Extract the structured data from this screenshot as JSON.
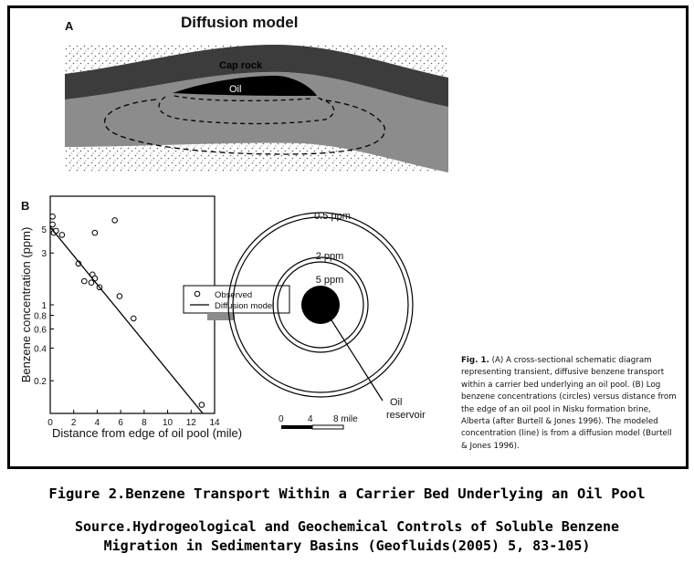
{
  "panel_a": {
    "letter": "A",
    "title": "Diffusion model",
    "cap_rock_label": "Cap rock",
    "oil_label": "Oil"
  },
  "panel_b": {
    "letter": "B",
    "legend": {
      "observed": "Observed",
      "model": "Diffusion model"
    },
    "rings": {
      "outer_label": "0.5 ppm",
      "middle_label": "2 ppm",
      "inner_label": "5 ppm",
      "reservoir_label_1": "Oil",
      "reservoir_label_2": "reservoir"
    },
    "scale_bar": {
      "ticks": [
        "0",
        "4",
        "8 mile"
      ]
    }
  },
  "fig_note": {
    "lead": "Fig. 1.",
    "text": "(A) A cross-sectional schematic diagram representing transient, diffusive benzene transport within a carrier bed underlying an oil pool. (B) Log benzene concentrations (circles) versus distance from the edge of an oil pool in Nisku formation brine, Alberta (after Burtell & Jones 1996). The modeled concentration (line) is from a diffusion model (Burtell & Jones 1996)."
  },
  "caption": "Figure 2.Benzene Transport Within a Carrier Bed Underlying an Oil Pool",
  "source_line_1": "Source.Hydrogeological and Geochemical Controls of Soluble Benzene",
  "source_line_2": "Migration in Sedimentary Basins (Geofluids(2005) 5, 83-105)",
  "chart_data": {
    "type": "scatter",
    "xlabel": "Distance from edge of oil pool (mile)",
    "ylabel": "Benzene concentration (ppm)",
    "y_scale": "log",
    "xlim": [
      0,
      14
    ],
    "ylim": [
      0.1,
      10
    ],
    "x_ticks": [
      "0",
      "2",
      "4",
      "6",
      "8",
      "10",
      "12",
      "14"
    ],
    "y_ticks": [
      {
        "value": 0.2,
        "label": "0.2"
      },
      {
        "value": 0.4,
        "label": "0.4"
      },
      {
        "value": 0.6,
        "label": "0.6"
      },
      {
        "value": 0.8,
        "label": "0.8"
      },
      {
        "value": 1,
        "label": "1"
      },
      {
        "value": 3,
        "label": "3"
      },
      {
        "value": 5,
        "label": "5"
      }
    ],
    "series": [
      {
        "name": "Observed",
        "kind": "scatter",
        "points": [
          [
            0.2,
            6.5
          ],
          [
            0.2,
            5.5
          ],
          [
            0.3,
            4.6
          ],
          [
            0.5,
            4.8
          ],
          [
            1.0,
            4.4
          ],
          [
            2.4,
            2.4
          ],
          [
            2.9,
            1.65
          ],
          [
            3.5,
            1.6
          ],
          [
            3.6,
            1.9
          ],
          [
            3.8,
            1.75
          ],
          [
            4.2,
            1.45
          ],
          [
            3.8,
            4.6
          ],
          [
            5.5,
            6.0
          ],
          [
            5.9,
            1.2
          ],
          [
            7.1,
            0.75
          ],
          [
            12.9,
            0.12
          ]
        ]
      },
      {
        "name": "Diffusion model",
        "kind": "line",
        "points": [
          [
            0,
            5.2
          ],
          [
            13,
            0.1
          ]
        ]
      }
    ]
  }
}
